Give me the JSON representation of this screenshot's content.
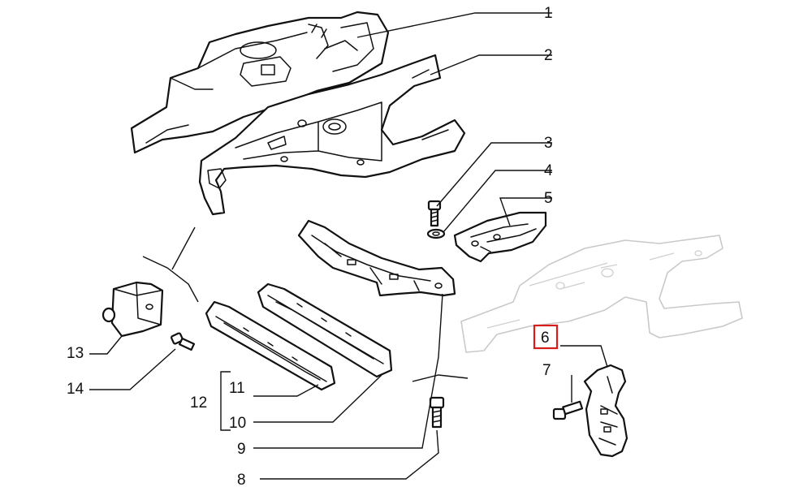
{
  "diagram": {
    "callouts": [
      {
        "id": "c1",
        "label": "1"
      },
      {
        "id": "c2",
        "label": "2"
      },
      {
        "id": "c3",
        "label": "3"
      },
      {
        "id": "c4",
        "label": "4"
      },
      {
        "id": "c5",
        "label": "5"
      },
      {
        "id": "c6",
        "label": "6",
        "highlighted": true
      },
      {
        "id": "c7",
        "label": "7"
      },
      {
        "id": "c8",
        "label": "8"
      },
      {
        "id": "c9",
        "label": "9"
      },
      {
        "id": "c10",
        "label": "10"
      },
      {
        "id": "c11",
        "label": "11"
      },
      {
        "id": "c12",
        "label": "12"
      },
      {
        "id": "c13",
        "label": "13"
      },
      {
        "id": "c14",
        "label": "14"
      }
    ],
    "highlight_color": "#d81b1b",
    "line_color": "#111111",
    "ghost_color": "#c9c9c9"
  }
}
